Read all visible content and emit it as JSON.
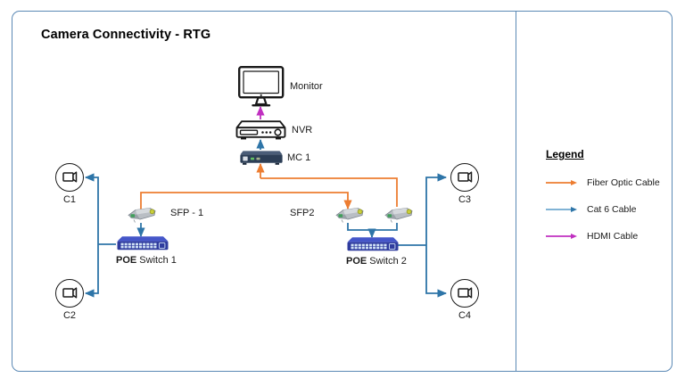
{
  "title": "Camera Connectivity  - RTG",
  "colors": {
    "frame_border": "#5b89b5",
    "fiber": "#ED7D31",
    "cat6": "#2E75A8",
    "hdmi": "#C030C0",
    "switch_body": "#2F3C9E",
    "mc_body": "#2C3E56",
    "outline": "#1a1a1a",
    "background": "#ffffff"
  },
  "devices": {
    "monitor": {
      "label": "Monitor",
      "icon": "monitor-icon"
    },
    "nvr": {
      "label": "NVR",
      "icon": "nvr-icon"
    },
    "mc1": {
      "label": "MC 1",
      "icon": "media-converter-icon"
    },
    "switch1": {
      "label_bold": "POE",
      "label_rest": " Switch 1",
      "icon": "network-switch-icon"
    },
    "switch2": {
      "label_bold": "POE",
      "label_rest": " Switch 2",
      "icon": "network-switch-icon"
    }
  },
  "sfp_modules": [
    {
      "id": "sfp1",
      "label": "SFP - 1",
      "icon": "sfp-transceiver-icon"
    },
    {
      "id": "sfp2",
      "label": "SFP2",
      "icon": "sfp-transceiver-icon"
    },
    {
      "id": "sfp3",
      "label": "",
      "icon": "sfp-transceiver-icon"
    }
  ],
  "cameras": [
    {
      "id": "c1",
      "label": "C1",
      "icon": "camera-icon",
      "facing": "left"
    },
    {
      "id": "c2",
      "label": "C2",
      "icon": "camera-icon",
      "facing": "left"
    },
    {
      "id": "c3",
      "label": "C3",
      "icon": "camera-icon",
      "facing": "right"
    },
    {
      "id": "c4",
      "label": "C4",
      "icon": "camera-icon",
      "facing": "right"
    }
  ],
  "legend": {
    "title": "Legend",
    "items": [
      {
        "label": "Fiber Optic Cable",
        "color": "#ED7D31",
        "icon": "arrow-line-icon"
      },
      {
        "label": "Cat 6 Cable",
        "color": "#2E75A8",
        "icon": "arrow-line-icon"
      },
      {
        "label": "HDMI Cable",
        "color": "#C030C0",
        "icon": "arrow-line-icon"
      }
    ]
  }
}
